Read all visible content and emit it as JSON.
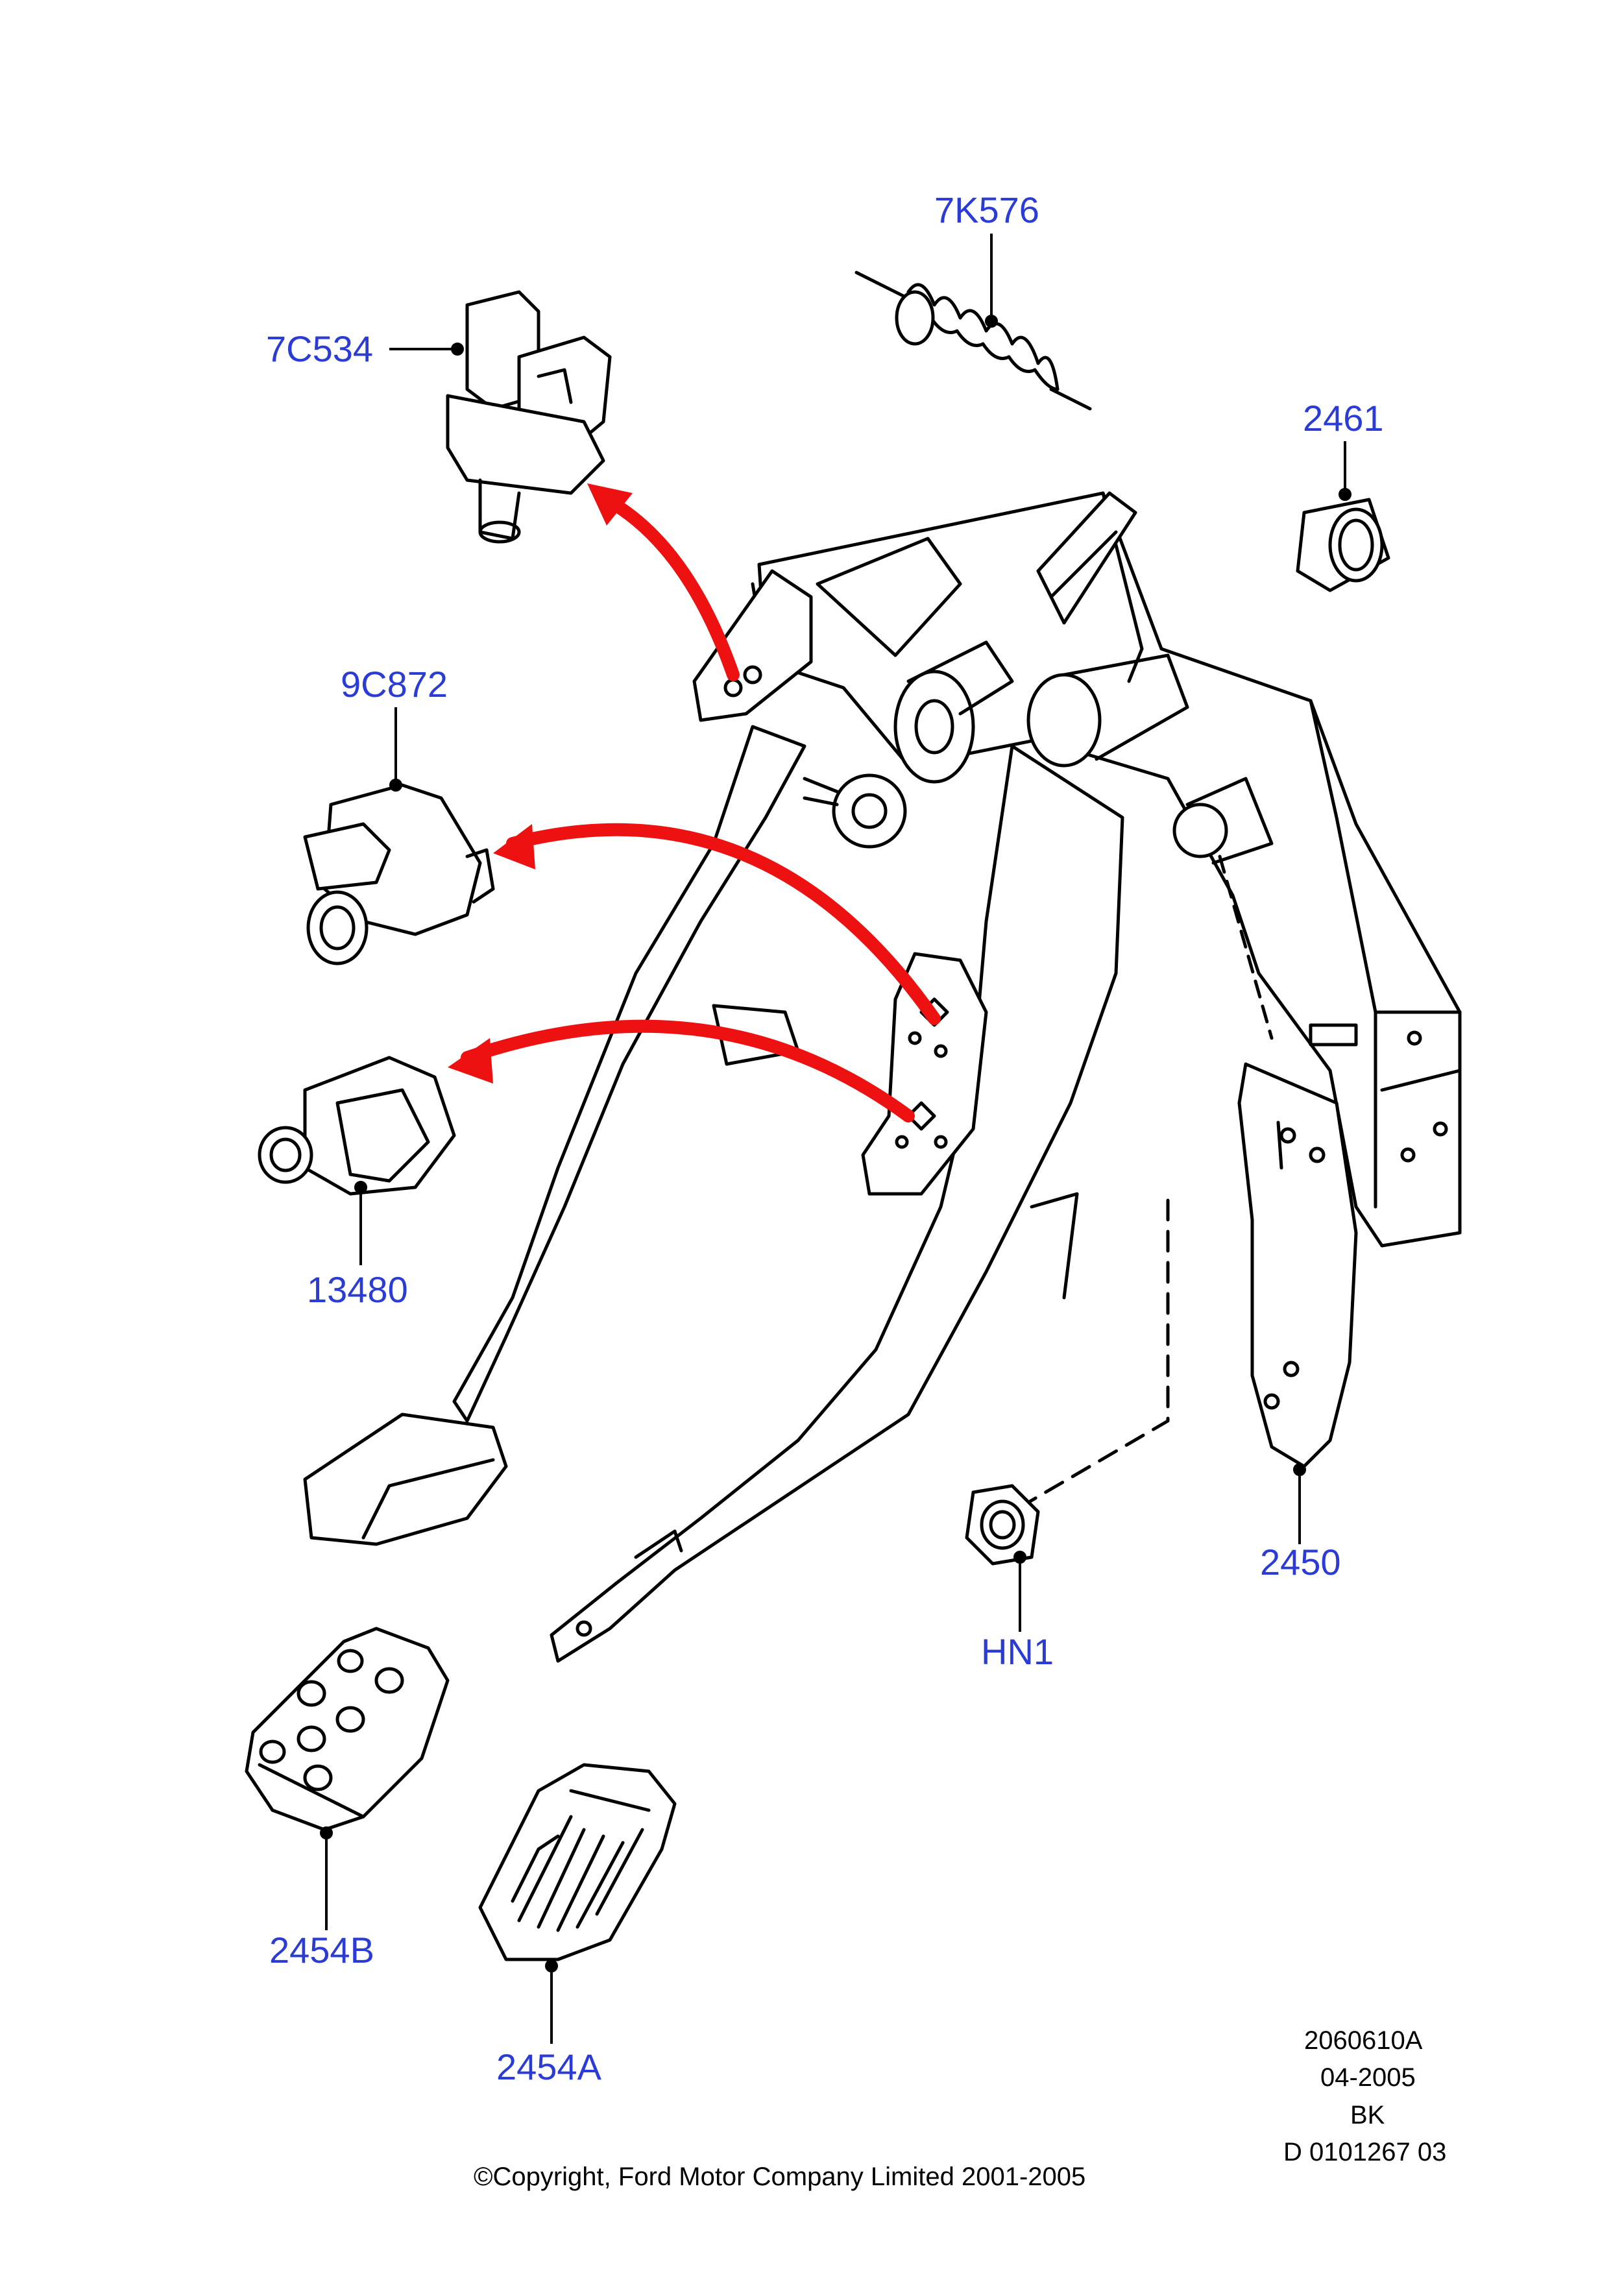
{
  "callouts": {
    "c7K576": "7K576",
    "c7C534": "7C534",
    "c2461": "2461",
    "c9C872": "9C872",
    "c13480": "13480",
    "c2450": "2450",
    "cHN1": "HN1",
    "c2454B": "2454B",
    "c2454A": "2454A"
  },
  "footer": {
    "drawing_no": "2060610A",
    "date": "04-2005",
    "code": "BK",
    "ref": "D 0101267 03",
    "copyright": "©Copyright, Ford Motor Company Limited 2001-2005"
  },
  "colors": {
    "callout_text": "#2b3bd6",
    "arrow": "#ee1111",
    "line": "#000000"
  }
}
